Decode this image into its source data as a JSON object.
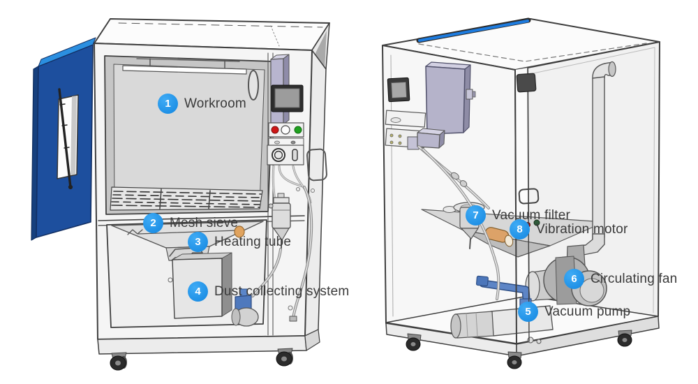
{
  "diagram": {
    "background_color": "#ffffff",
    "accent_color": "#1e97f2",
    "door_color": "#1d4f9e",
    "top_strip_color": "#1d7ce0",
    "indicator_colors": {
      "red": "#cf1717",
      "green": "#1fa11f"
    },
    "labels": [
      {
        "num": "1",
        "text": "Workroom"
      },
      {
        "num": "2",
        "text": "Mesh sieve"
      },
      {
        "num": "3",
        "text": "Heating tube"
      },
      {
        "num": "4",
        "text": "Dust collecting system"
      },
      {
        "num": "5",
        "text": "Vacuum pump"
      },
      {
        "num": "6",
        "text": "Circulating fan"
      },
      {
        "num": "7",
        "text": "Vacuum filter"
      },
      {
        "num": "8",
        "text": "Vibration motor"
      }
    ]
  }
}
